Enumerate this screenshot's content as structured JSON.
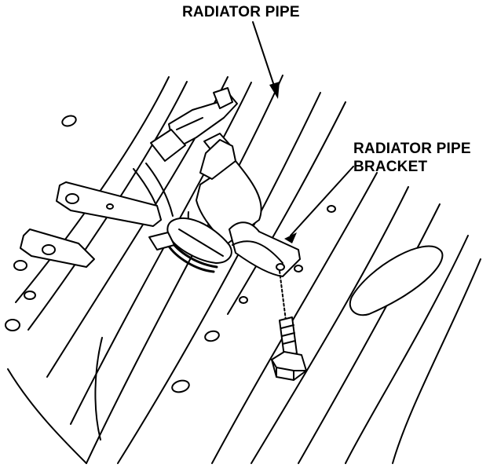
{
  "labels": {
    "radiator_pipe": "RADIATOR PIPE",
    "radiator_pipe_bracket_line1": "RADIATOR PIPE",
    "radiator_pipe_bracket_line2": "BRACKET"
  },
  "colors": {
    "ink": "#000000",
    "paper": "#ffffff"
  }
}
